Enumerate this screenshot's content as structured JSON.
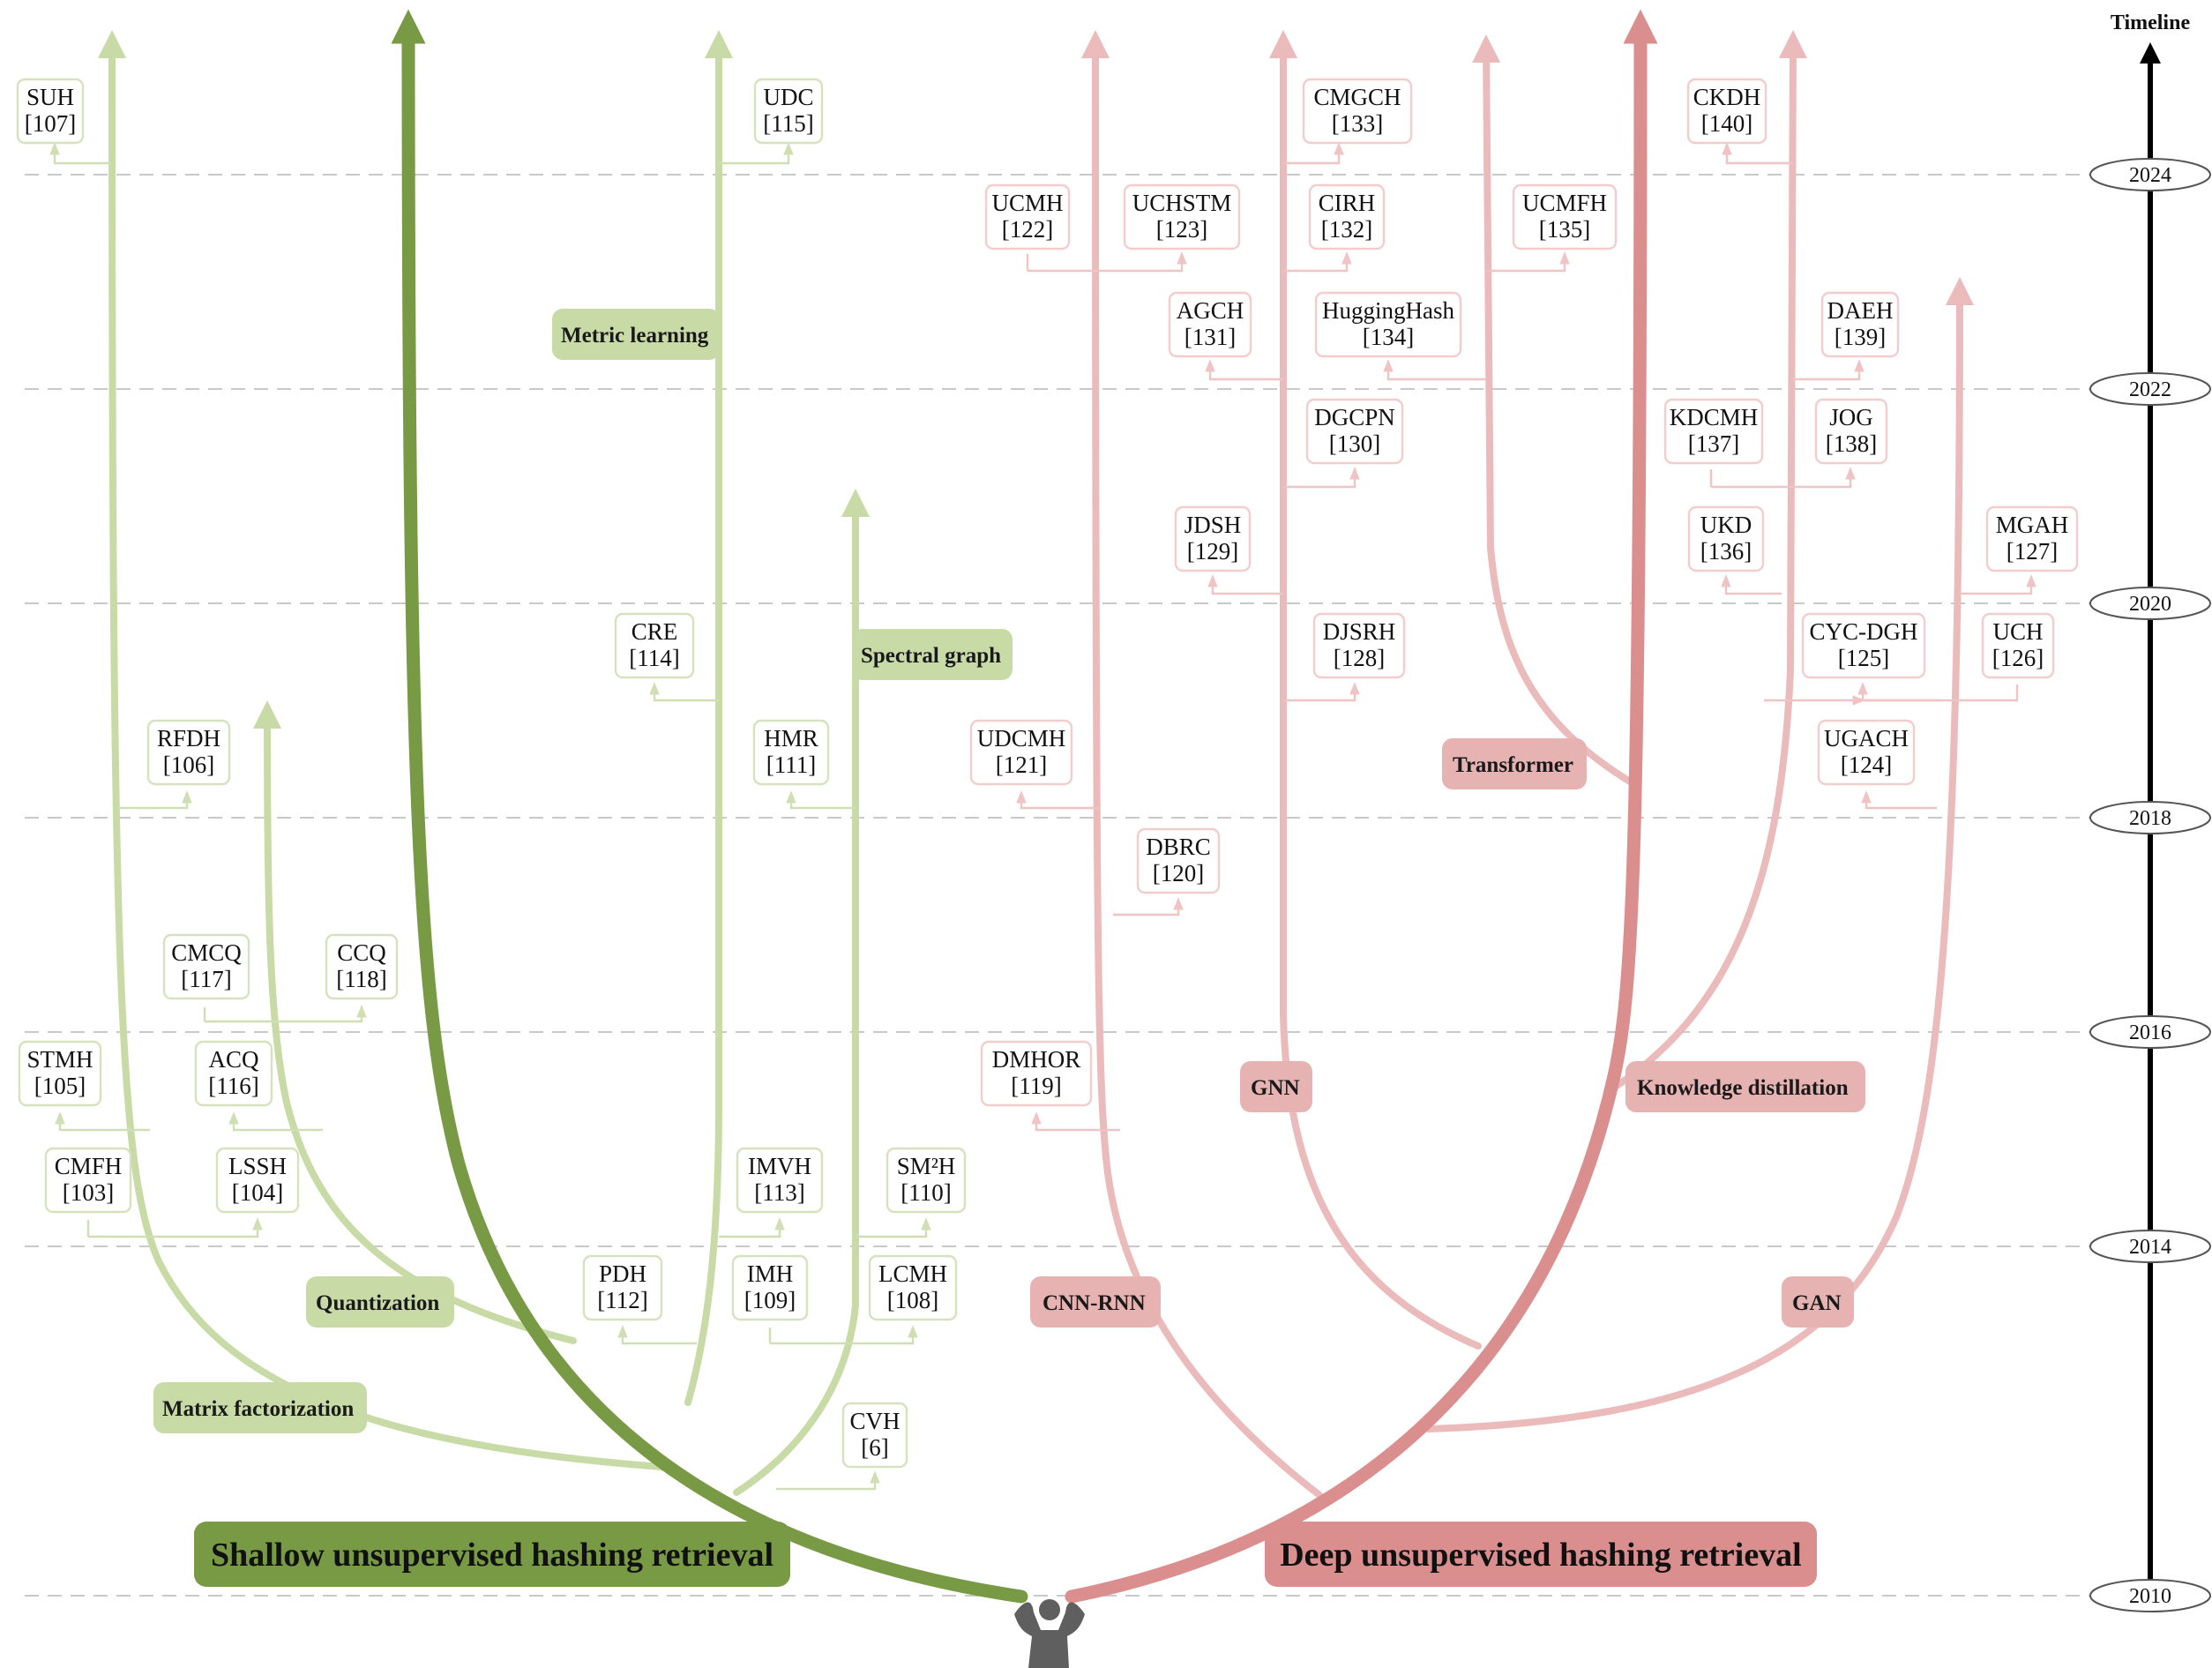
{
  "timeline": {
    "title": "Timeline",
    "years": [
      "2024",
      "2022",
      "2020",
      "2018",
      "2016",
      "2014",
      "2010"
    ]
  },
  "roots": {
    "shallow": "Shallow unsupervised hashing retrieval",
    "deep": "Deep unsupervised hashing retrieval"
  },
  "colors": {
    "shallow_trunk": "#789a45",
    "shallow_branch": "#c8dba6",
    "shallow_box": "#d6e2bd",
    "deep_trunk": "#da8e8e",
    "deep_branch": "#ebbaba",
    "deep_box": "#f3cdcd",
    "root_silhouette": "#5f5f5f"
  },
  "branches": [
    {
      "label": "Matrix factorization",
      "group": "shallow"
    },
    {
      "label": "Quantization",
      "group": "shallow"
    },
    {
      "label": "Metric learning",
      "group": "shallow"
    },
    {
      "label": "Spectral graph",
      "group": "shallow"
    },
    {
      "label": "CNN-RNN",
      "group": "deep"
    },
    {
      "label": "GNN",
      "group": "deep"
    },
    {
      "label": "Transformer",
      "group": "deep"
    },
    {
      "label": "Knowledge distillation",
      "group": "deep"
    },
    {
      "label": "GAN",
      "group": "deep"
    }
  ],
  "papers": [
    {
      "name": "SUH",
      "ref": "[107]",
      "group": "shallow"
    },
    {
      "name": "RFDH",
      "ref": "[106]",
      "group": "shallow"
    },
    {
      "name": "STMH",
      "ref": "[105]",
      "group": "shallow"
    },
    {
      "name": "CMFH",
      "ref": "[103]",
      "group": "shallow"
    },
    {
      "name": "LSSH",
      "ref": "[104]",
      "group": "shallow"
    },
    {
      "name": "CMCQ",
      "ref": "[117]",
      "group": "shallow"
    },
    {
      "name": "CCQ",
      "ref": "[118]",
      "group": "shallow"
    },
    {
      "name": "ACQ",
      "ref": "[116]",
      "group": "shallow"
    },
    {
      "name": "UDC",
      "ref": "[115]",
      "group": "shallow"
    },
    {
      "name": "CRE",
      "ref": "[114]",
      "group": "shallow"
    },
    {
      "name": "PDH",
      "ref": "[112]",
      "group": "shallow"
    },
    {
      "name": "HMR",
      "ref": "[111]",
      "group": "shallow"
    },
    {
      "name": "IMVH",
      "ref": "[113]",
      "group": "shallow"
    },
    {
      "name": "IMH",
      "ref": "[109]",
      "group": "shallow"
    },
    {
      "name": "SM²H",
      "ref": "[110]",
      "group": "shallow"
    },
    {
      "name": "LCMH",
      "ref": "[108]",
      "group": "shallow"
    },
    {
      "name": "CVH",
      "ref": "[6]",
      "group": "shallow"
    },
    {
      "name": "UCMH",
      "ref": "[122]",
      "group": "deep"
    },
    {
      "name": "UCHSTM",
      "ref": "[123]",
      "group": "deep"
    },
    {
      "name": "UDCMH",
      "ref": "[121]",
      "group": "deep"
    },
    {
      "name": "DBRC",
      "ref": "[120]",
      "group": "deep"
    },
    {
      "name": "DMHOR",
      "ref": "[119]",
      "group": "deep"
    },
    {
      "name": "CMGCH",
      "ref": "[133]",
      "group": "deep"
    },
    {
      "name": "CIRH",
      "ref": "[132]",
      "group": "deep"
    },
    {
      "name": "AGCH",
      "ref": "[131]",
      "group": "deep"
    },
    {
      "name": "DGCPN",
      "ref": "[130]",
      "group": "deep"
    },
    {
      "name": "JDSH",
      "ref": "[129]",
      "group": "deep"
    },
    {
      "name": "DJSRH",
      "ref": "[128]",
      "group": "deep"
    },
    {
      "name": "UCMFH",
      "ref": "[135]",
      "group": "deep"
    },
    {
      "name": "HuggingHash",
      "ref": "[134]",
      "group": "deep"
    },
    {
      "name": "CKDH",
      "ref": "[140]",
      "group": "deep"
    },
    {
      "name": "KDCMH",
      "ref": "[137]",
      "group": "deep"
    },
    {
      "name": "UKD",
      "ref": "[136]",
      "group": "deep"
    },
    {
      "name": "CYC-DGH",
      "ref": "[125]",
      "group": "deep"
    },
    {
      "name": "UGACH",
      "ref": "[124]",
      "group": "deep"
    },
    {
      "name": "DAEH",
      "ref": "[139]",
      "group": "deep"
    },
    {
      "name": "JOG",
      "ref": "[138]",
      "group": "deep"
    },
    {
      "name": "MGAH",
      "ref": "[127]",
      "group": "deep"
    },
    {
      "name": "UCH",
      "ref": "[126]",
      "group": "deep"
    }
  ]
}
